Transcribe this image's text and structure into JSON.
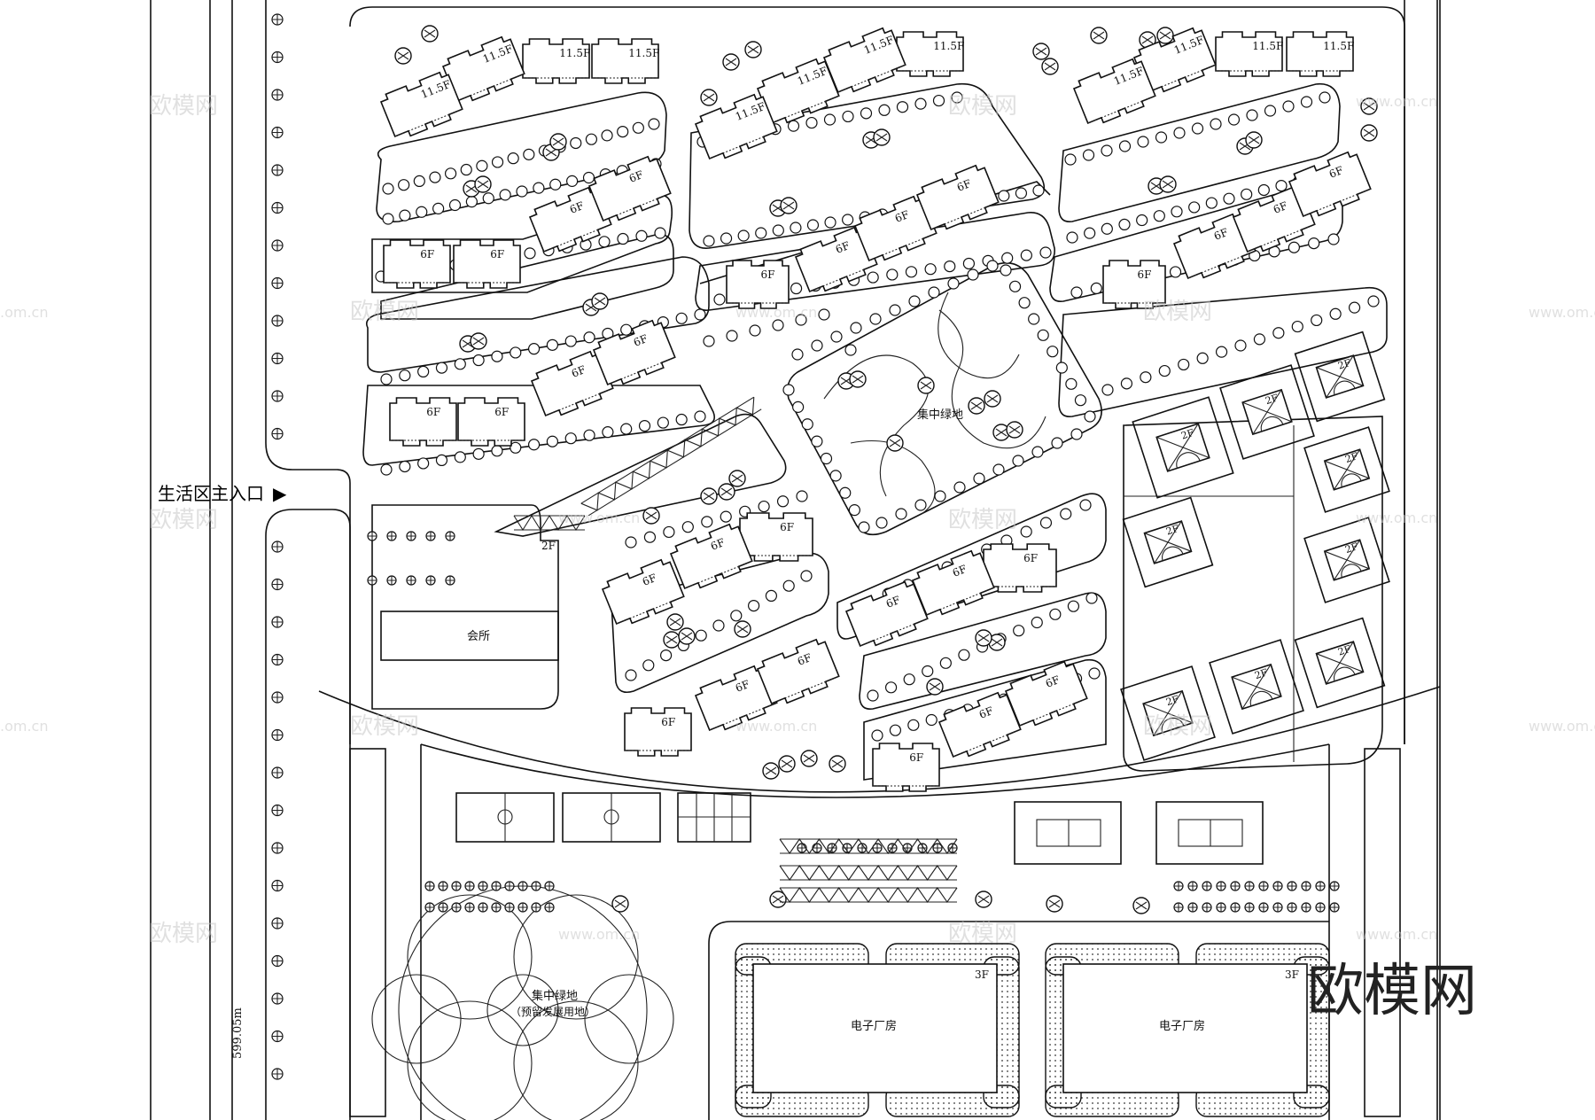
{
  "labels": {
    "entrance": "生活区主入口",
    "entrance_arrow": "▶",
    "dimension": "599.05m",
    "central_green": "集中绿地",
    "south_green": "集中绿地",
    "south_green_note": "（预留发展用地）",
    "clubhouse": "会所",
    "clubhouse_floors": "2F",
    "factory_left": "电子厂房",
    "factory_right": "电子厂房",
    "factory_floors": "3F",
    "brand": "欧模网"
  },
  "buildings": {
    "tall": "11.5F",
    "mid": "6F",
    "villa": "2F"
  },
  "watermark": {
    "cn": "欧模网",
    "url": "www.om.cn",
    "partial": ".om.cn"
  }
}
